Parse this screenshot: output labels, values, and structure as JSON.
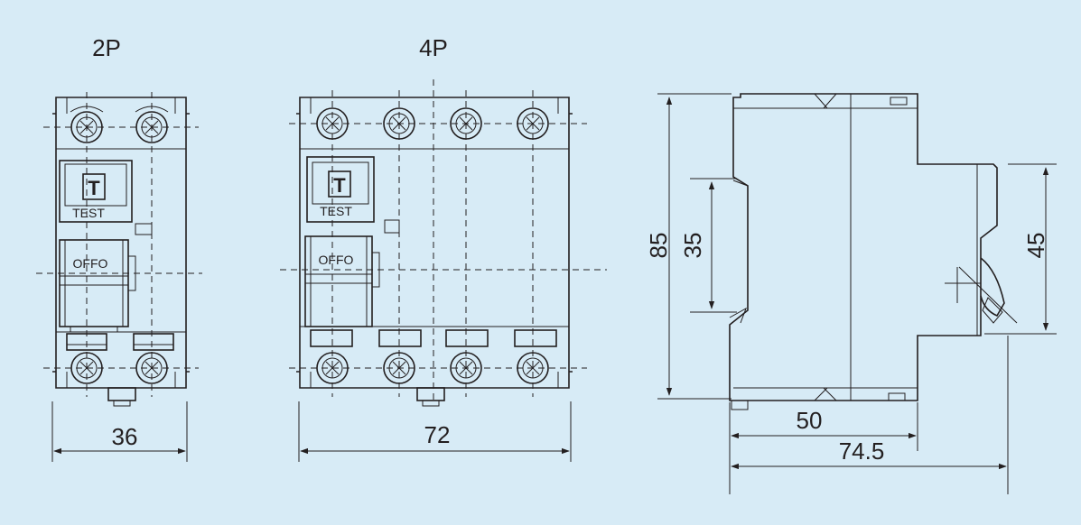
{
  "labels": {
    "two_pole": "2P",
    "four_pole": "4P",
    "test": "TEST",
    "t_button": "T",
    "offo": "OFFO"
  },
  "dimensions": {
    "width_2p": "36",
    "width_4p": "72",
    "height_total": "85",
    "rail_height": "35",
    "front_height": "45",
    "depth_body": "50",
    "depth_total": "74.5"
  },
  "colors": {
    "background": "#d7ebf6",
    "stroke": "#231f20"
  }
}
